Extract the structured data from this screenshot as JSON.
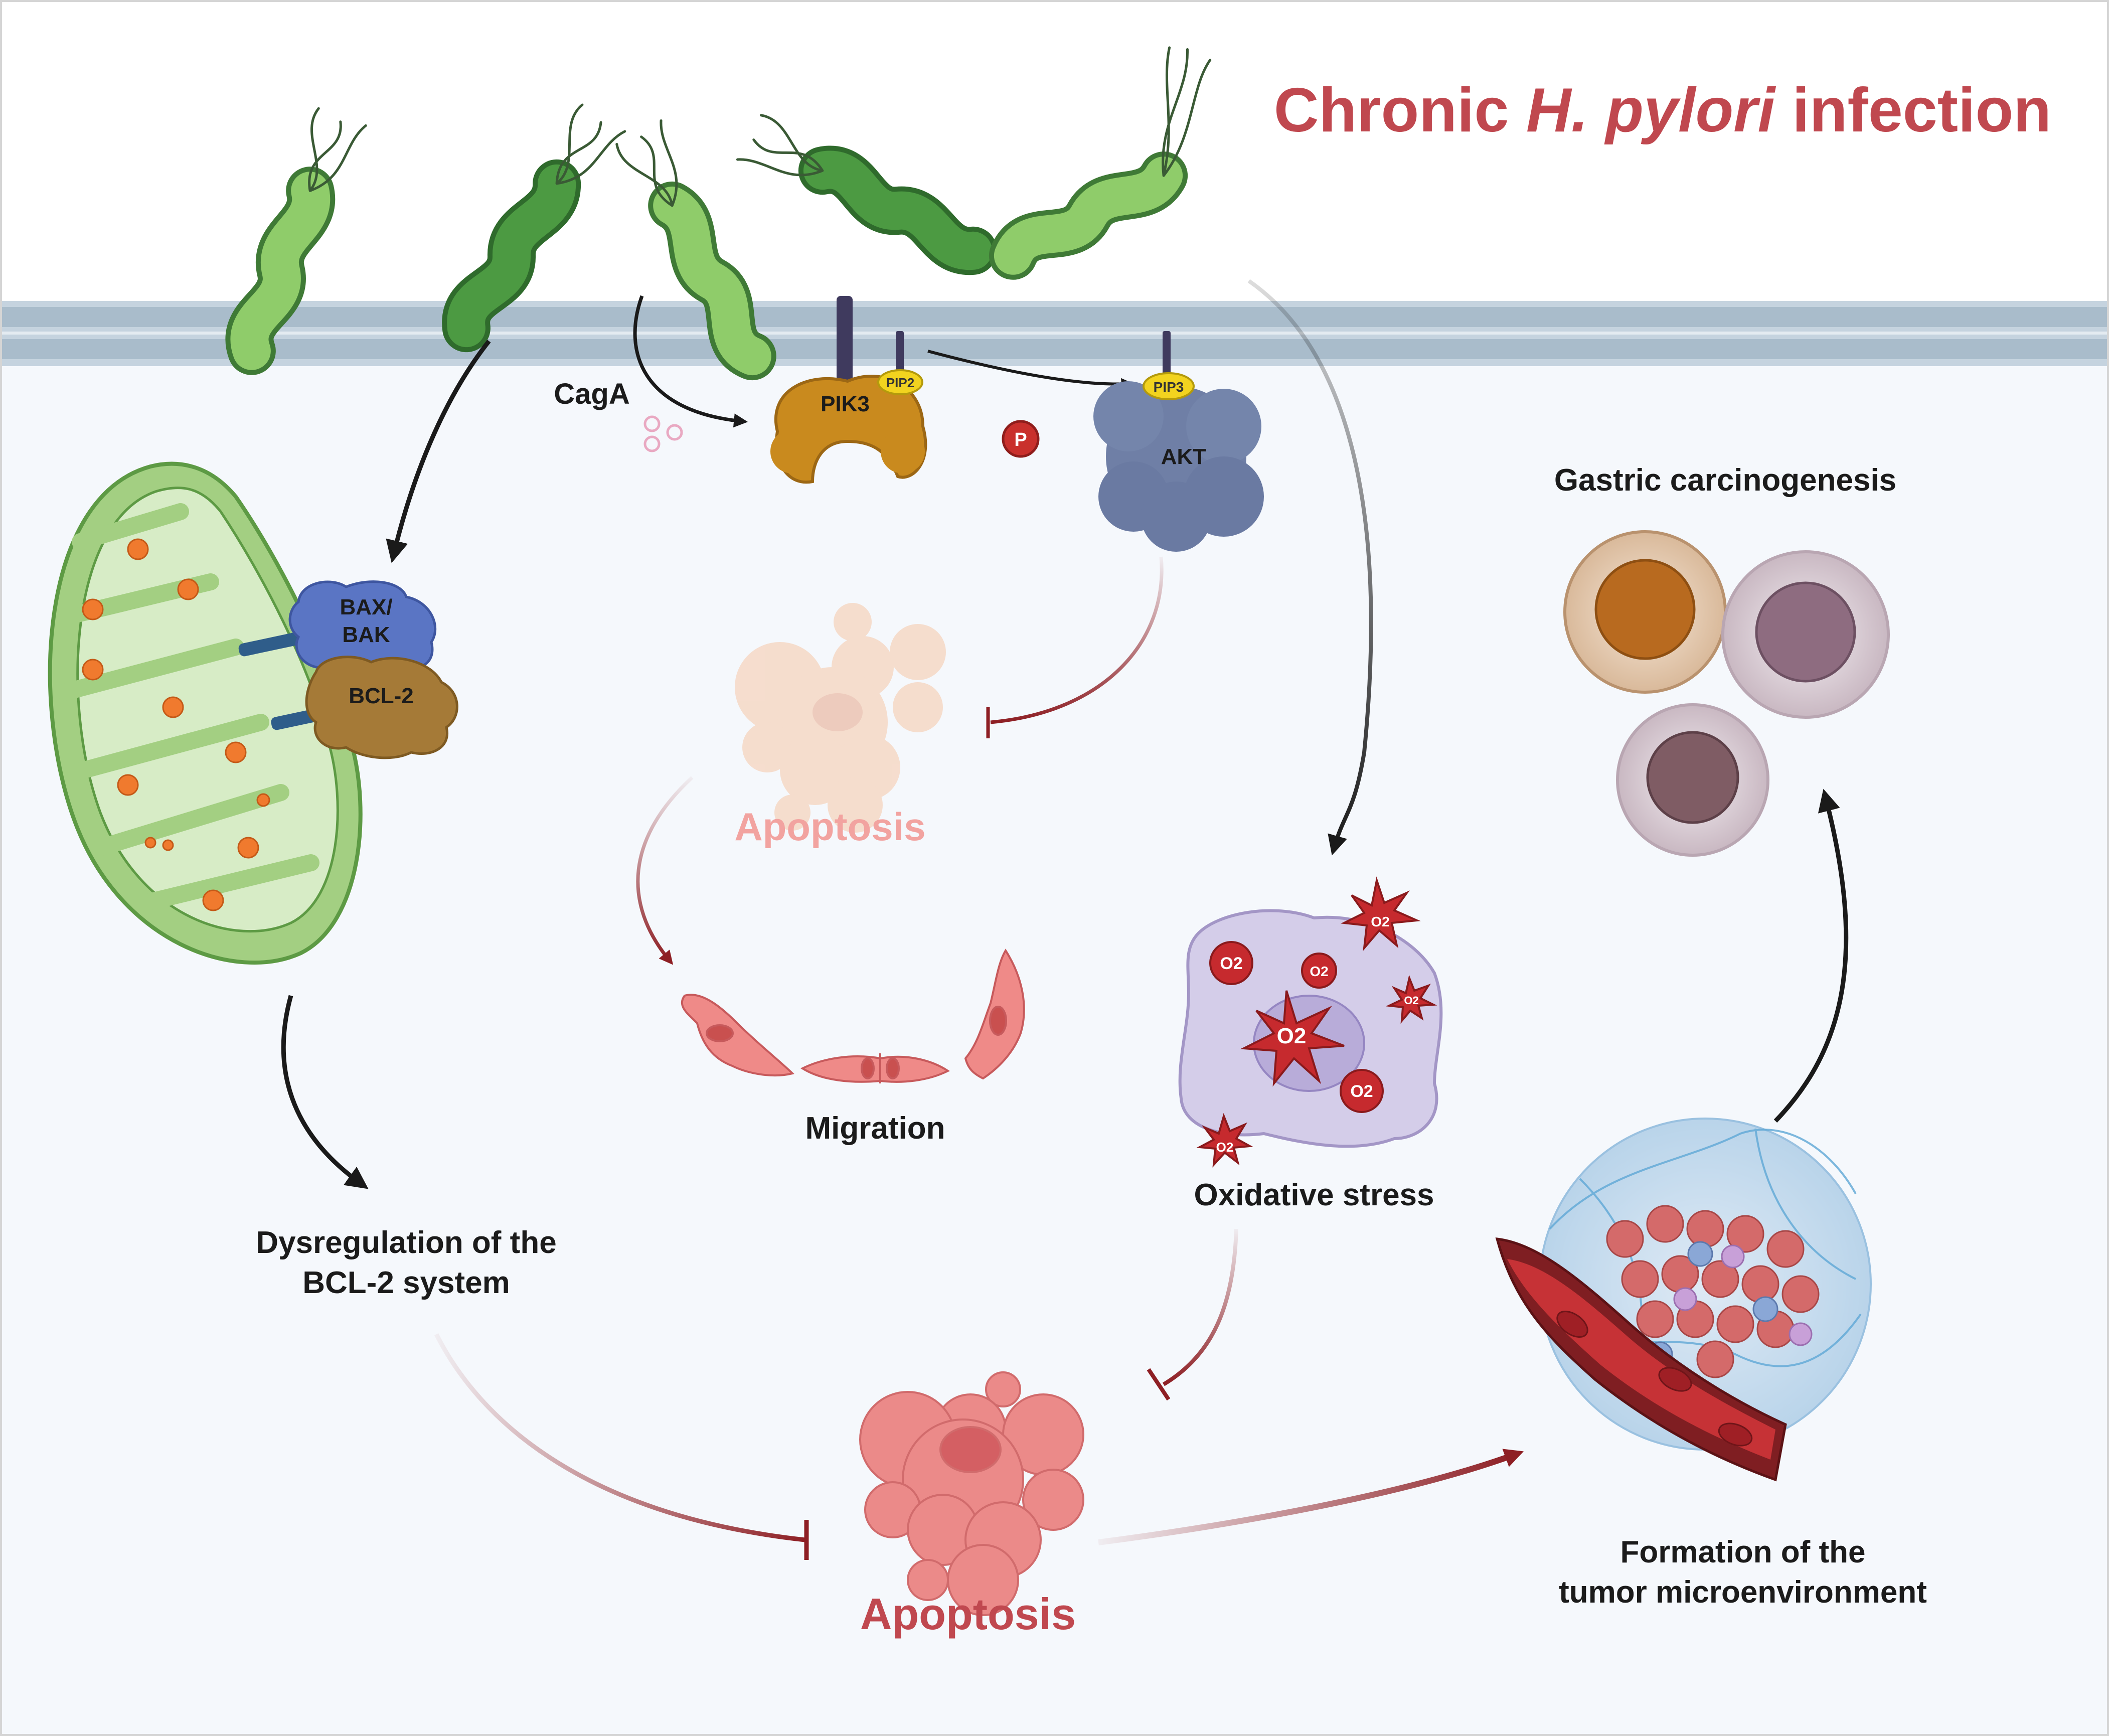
{
  "title": {
    "prefix": "Chronic ",
    "species": "H. pylori",
    "suffix": " infection",
    "color": "#c0484f"
  },
  "labels": {
    "caga": "CagA",
    "pik3": "PIK3",
    "pip2": "PIP2",
    "pip3": "PIP3",
    "phospho": "P",
    "akt": "AKT",
    "bax_line1": "BAX/",
    "bax_line2": "BAK",
    "bcl2": "BCL-2",
    "apoptosis_top": "Apoptosis",
    "migration": "Migration",
    "oxidative_stress": "Oxidative stress",
    "superoxide": "O2",
    "gastric_carcinogenesis": "Gastric carcinogenesis",
    "dysregulation_line1": "Dysregulation of the",
    "dysregulation_line2": "BCL-2 system",
    "apoptosis_bottom": "Apoptosis",
    "tme_line1": "Formation of the",
    "tme_line2": "tumor microenvironment"
  },
  "colors": {
    "background": "#f5f8fc",
    "membrane": "#b6c6d4",
    "bacteria_light": "#7fbf5b",
    "bacteria_dark": "#3f8a3a",
    "mitochondrion": "#8cc06b",
    "pik3": "#c98a1e",
    "akt": "#6f7fa6",
    "bax": "#5a75c4",
    "bcl2": "#a57a37",
    "apoptosis_light": "#f2b7b0",
    "apoptosis_dark": "#e58b88",
    "accent_red": "#b22a2e",
    "ros_cell": "#d4cde9",
    "arrow_black": "#1a1a1a"
  }
}
